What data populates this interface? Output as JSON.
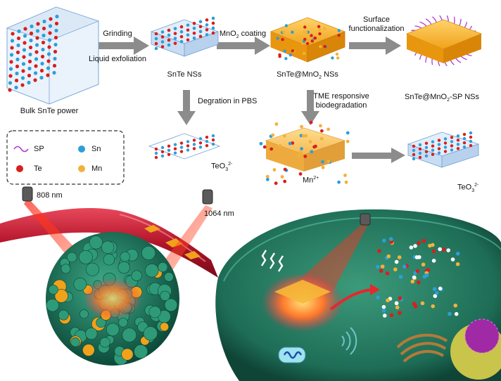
{
  "labels": {
    "bulk_snte": "Bulk SnTe power",
    "grinding": "Grinding",
    "liquid_exfoliation": "Liquid exfoliation",
    "snte_nss": "SnTe NSs",
    "mno2_coating_a": "MnO",
    "mno2_coating_sub": "2",
    "mno2_coating_b": " coating",
    "snte_mno2_a": "SnTe@MnO",
    "snte_mno2_sub": "2",
    "snte_mno2_b": " NSs",
    "surface_1": "Surface",
    "surface_2": "functionalization",
    "snte_mno2_sp_a": "SnTe@MnO",
    "snte_mno2_sp_sub": "2",
    "snte_mno2_sp_b": "-SP NSs",
    "degration_pbs": "Degration in PBS",
    "tme_1": "TME responsive",
    "tme_2": "biodegradation",
    "teo3_base": "TeO",
    "teo3_sub": "3",
    "teo3_sup": "2-",
    "mn_base": "Mn",
    "mn_sup": "2+",
    "laser_808": "808 nm",
    "laser_1064": "1064 nm"
  },
  "legend": {
    "sp": "SP",
    "sn": "Sn",
    "te": "Te",
    "mn": "Mn"
  },
  "colors": {
    "te": "#d91e1e",
    "sn": "#2e9ed9",
    "mn": "#f0b23a",
    "sp": "#b23ad8",
    "arrow": "#8c8c8c",
    "tumor": "#1f7a5e",
    "vessel": "#b3152a"
  }
}
